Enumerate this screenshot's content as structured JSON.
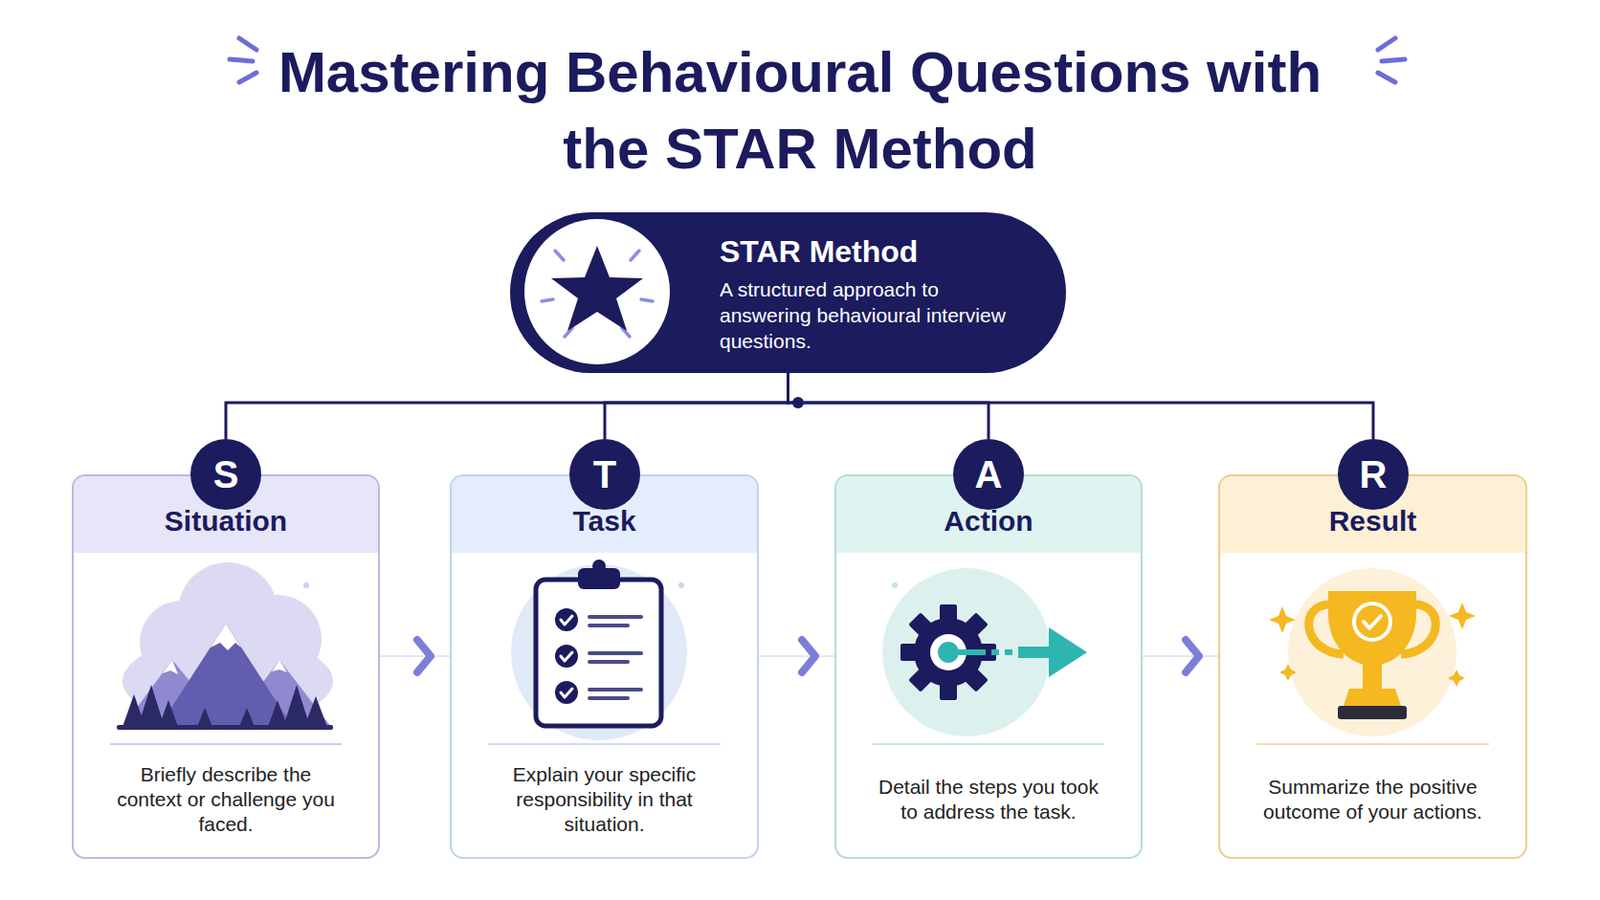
{
  "diagram": {
    "title": "Mastering Behavioural Questions with the STAR Method",
    "nodes": [
      {
        "text": [
          "STAR Method",
          "A structured approach to answering behavioural interview questions."
        ]
      },
      {
        "text": [
          "Situation",
          "Briefly describe the context or challenge you faced."
        ]
      },
      {
        "text": [
          "S"
        ],
        "in": 1
      },
      {
        "text": [
          "Task",
          "Explain your specific responsibility in that situation."
        ]
      },
      {
        "text": [
          "T"
        ],
        "in": 3
      },
      {
        "text": [
          "Action",
          "Detail the steps you took to address the task."
        ]
      },
      {
        "text": [
          "A"
        ],
        "in": 5
      },
      {
        "text": [
          "Result",
          "Summarize the positive outcome of your actions."
        ]
      },
      {
        "text": [
          "R"
        ],
        "in": 7
      }
    ],
    "edges": [
      {
        "from": 0,
        "to": 2,
        "arrow": "none"
      },
      {
        "from": 0,
        "to": 4,
        "arrow": "none"
      },
      {
        "from": 0,
        "to": 6,
        "arrow": "none"
      },
      {
        "from": 0,
        "to": 8,
        "arrow": "none"
      },
      {
        "from": 1,
        "to": 3,
        "arrow": "to"
      },
      {
        "from": 3,
        "to": 5,
        "arrow": "to"
      },
      {
        "from": 5,
        "to": 7,
        "arrow": "to"
      }
    ]
  }
}
